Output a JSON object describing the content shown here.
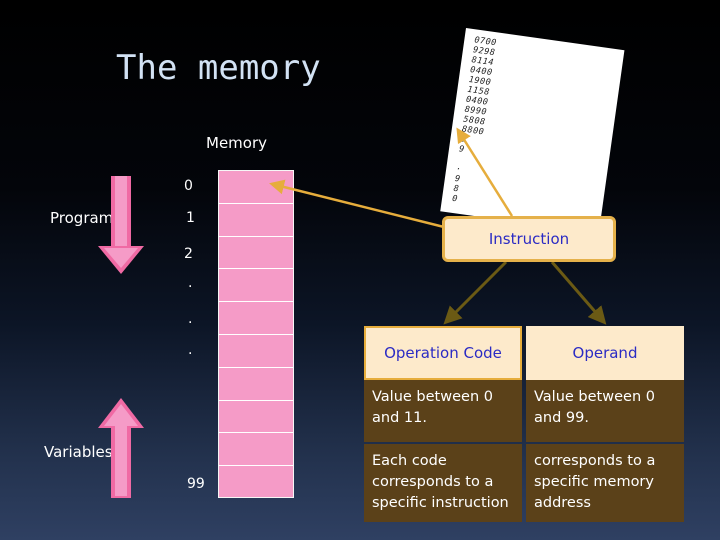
{
  "slide": {
    "title": "The memory",
    "memory_label": "Memory",
    "program_label": "Program",
    "variables_label": "Variables"
  },
  "memory": {
    "indices": [
      "0",
      "1",
      "2",
      ".",
      ".",
      ".",
      "99"
    ]
  },
  "paper_lines": [
    "0700",
    "9298",
    "8114",
    "0400",
    "1900",
    "1158",
    "0400",
    "8990",
    "5808",
    "8800",
    "0",
    "9",
    ".",
    "9",
    "8",
    "0"
  ],
  "instruction": {
    "label": "Instruction"
  },
  "table": {
    "headers": [
      "Operation Code",
      "Operand"
    ],
    "rows": [
      [
        "Value between 0 and 11.",
        "Value between 0 and 99."
      ],
      [
        "Each code corresponds to a specific instruction",
        "corresponds to a specific memory address"
      ]
    ]
  },
  "colors": {
    "memory_cell": "#f59bc7",
    "instruction_fill": "#fdeacb",
    "instruction_border": "#e5b14a",
    "table_body": "#5b4119",
    "arrow_pink": "#f06aa4",
    "connector_olive": "#6b5a14"
  }
}
